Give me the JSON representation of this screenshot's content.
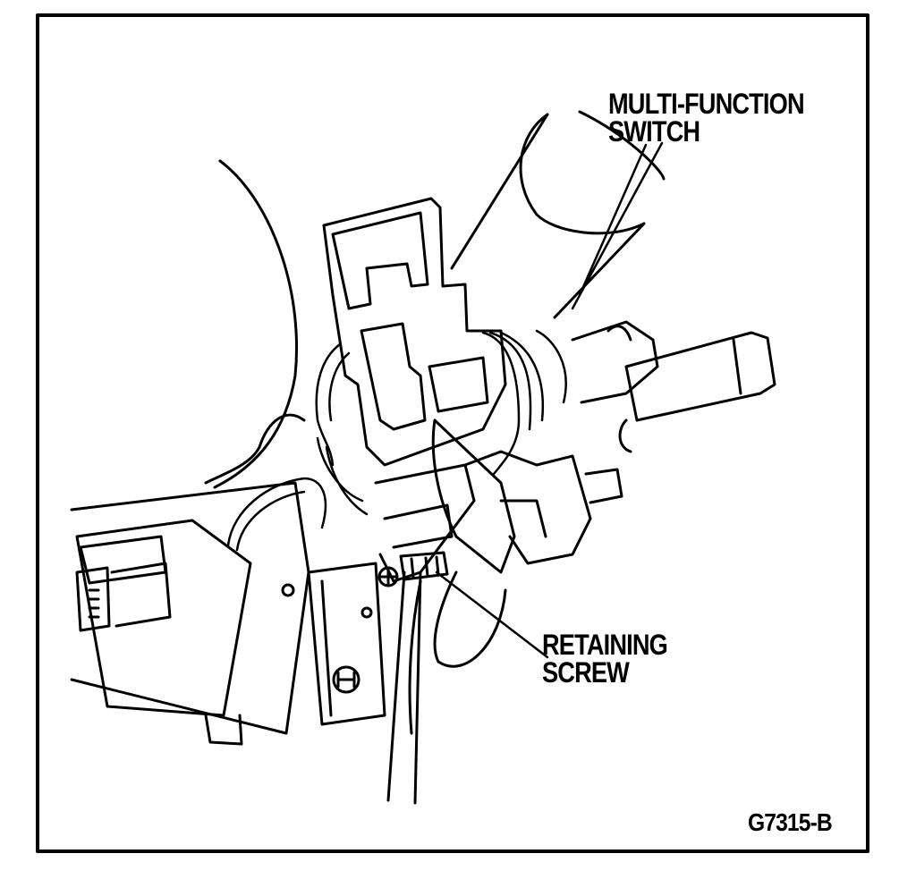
{
  "figure": {
    "callouts": {
      "multi_function_switch": [
        "MULTI-FUNCTION",
        "SWITCH"
      ],
      "retaining_screw": [
        "RETAINING",
        "SCREW"
      ]
    },
    "figure_code": "G7315-B"
  },
  "colors": {
    "ink": "#000000",
    "paper": "#ffffff"
  }
}
